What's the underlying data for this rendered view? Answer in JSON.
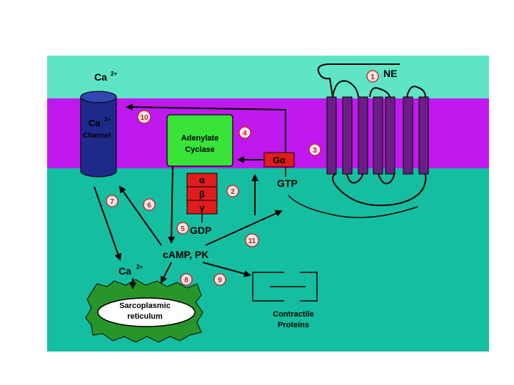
{
  "labels": {
    "ca_top": "Ca",
    "ca_top_sup": "2+",
    "ca_channel": "Ca",
    "ca_channel_sup": "2+",
    "channel": "Channel",
    "adenylate_line1": "Adenylate",
    "adenylate_line2": "Cyclase",
    "g_alpha": "Gα",
    "gtp": "GTP",
    "alpha": "α",
    "beta": "β",
    "gamma": "γ",
    "gdp": "GDP",
    "camp_pk": "cAMP, PK",
    "ca_sr": "Ca",
    "ca_sr_sup": "2+",
    "sr_line1": "Sarcoplasmic",
    "sr_line2": "reticulum",
    "contractile_line1": "Contractile",
    "contractile_line2": "Proteins",
    "ne": "NE"
  },
  "steps": [
    "1",
    "2",
    "3",
    "4",
    "5",
    "6",
    "7",
    "8",
    "9",
    "10",
    "11"
  ],
  "colors": {
    "extracellular": "#5ee5c5",
    "membrane": "#bf19f0",
    "cytoplasm": "#15bea0",
    "channel": "#1e2a8a",
    "adenylate_cyclase": "#39e339",
    "g_protein": "#e01c1c",
    "receptor": "#6a1f85",
    "sarcoplasmic_reticulum": "#27952a"
  }
}
